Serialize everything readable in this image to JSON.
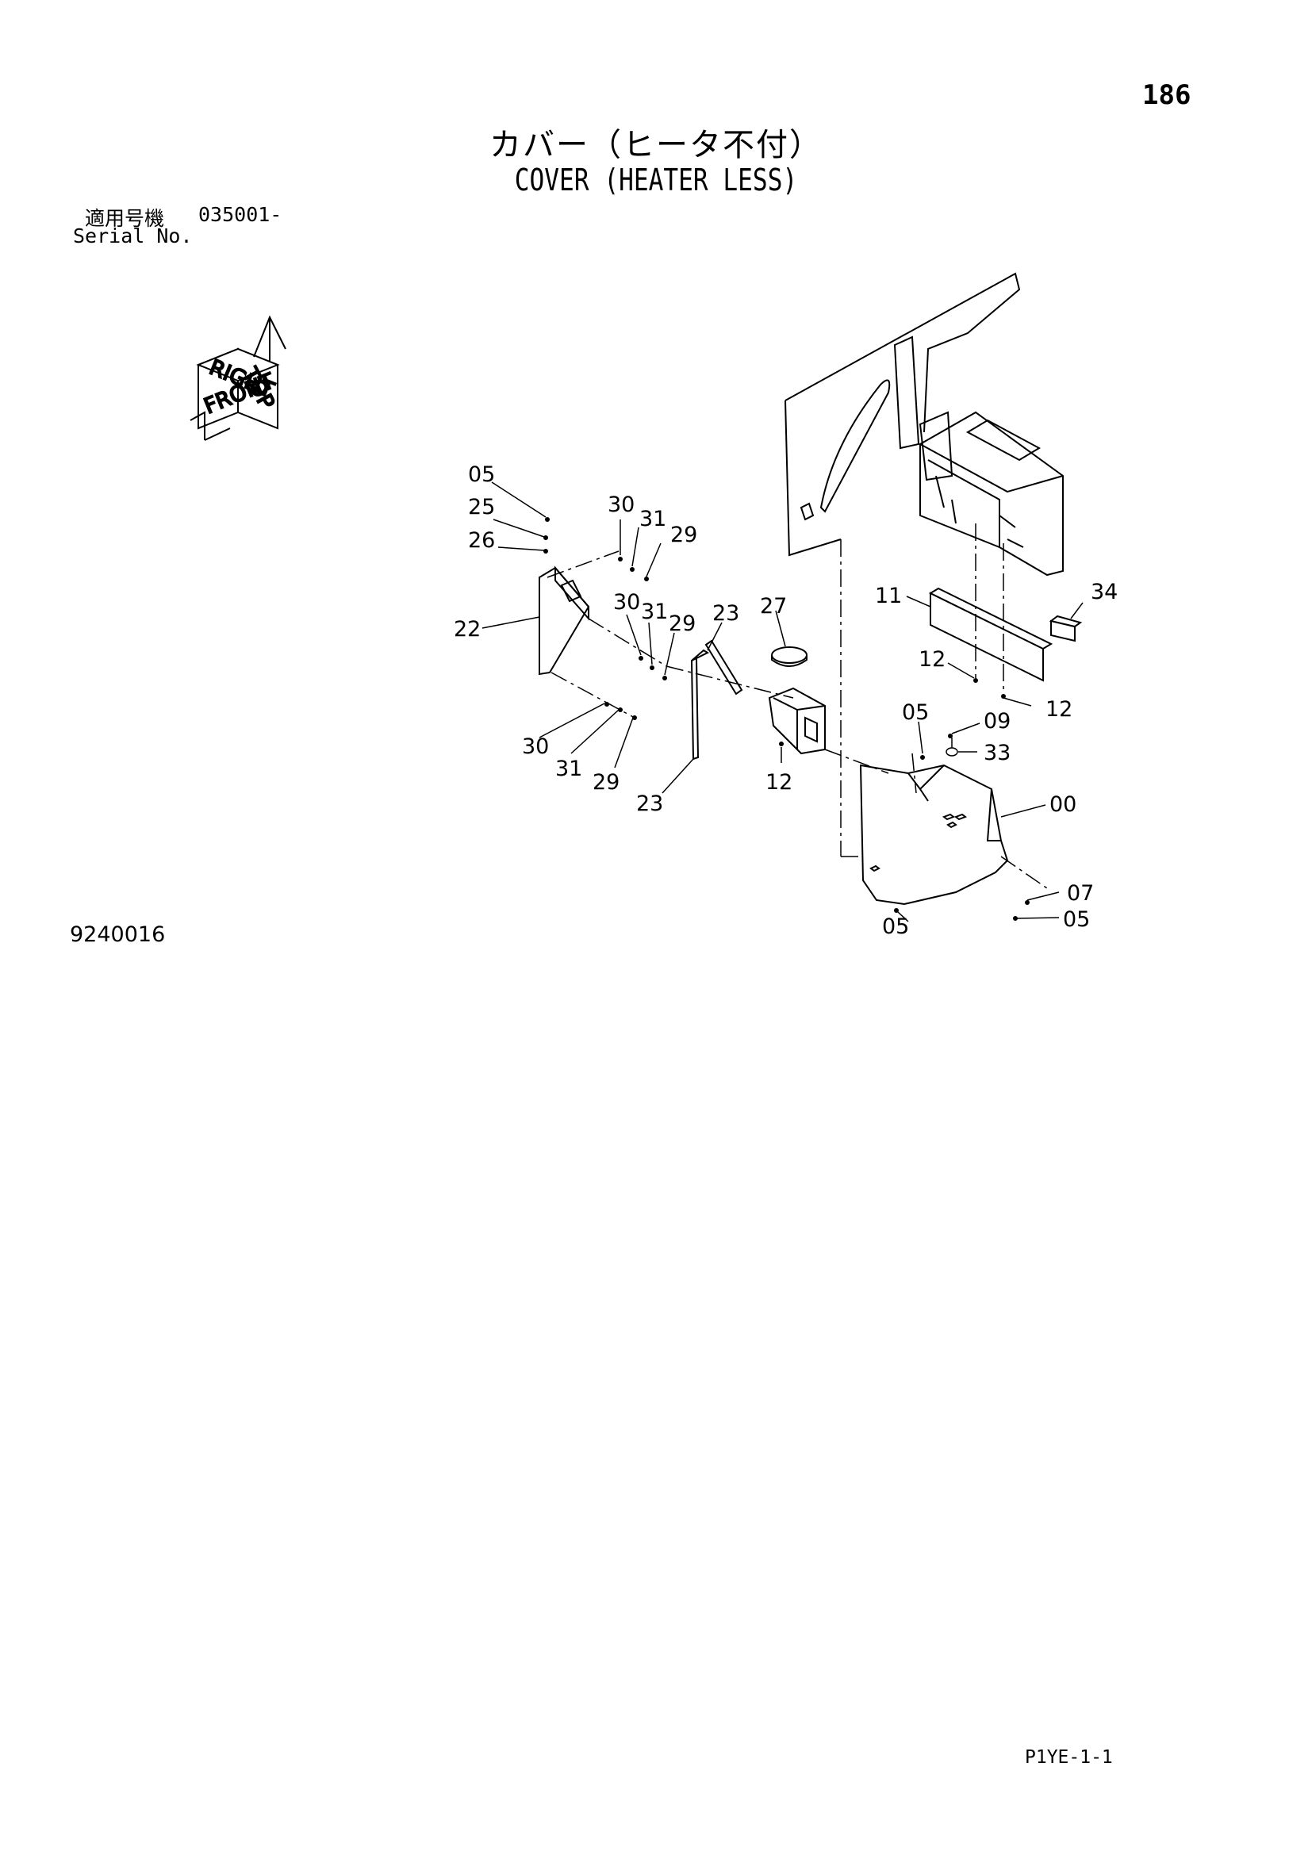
{
  "page_number": "186",
  "title_ja": "カバー（ヒータ不付）",
  "title_en": "COVER (HEATER LESS)",
  "serial": {
    "label_ja": "適用号機",
    "number": "035001-",
    "label_en": "Serial No."
  },
  "orientation": {
    "top": "TOP",
    "right": "RIGHT",
    "front": "FRONT"
  },
  "figure_code": "9240016",
  "page_code": "P1YE-1-1",
  "callouts": [
    "05",
    "25",
    "26",
    "30",
    "31",
    "29",
    "22",
    "30",
    "31",
    "29",
    "23",
    "27",
    "11",
    "34",
    "12",
    "30",
    "31",
    "29",
    "23",
    "12",
    "05",
    "09",
    "12",
    "33",
    "00",
    "07",
    "05",
    "05"
  ]
}
